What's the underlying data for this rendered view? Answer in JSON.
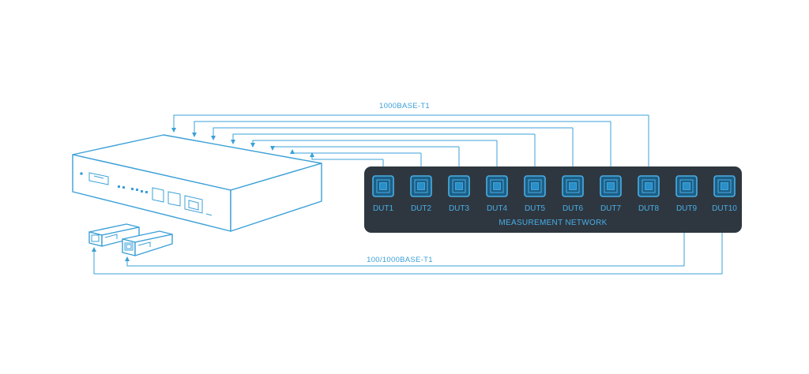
{
  "diagram": {
    "top_bus_label": "1000BASE-T1",
    "bottom_bus_label": "100/1000BASE-T1",
    "network_label": "MEASUREMENT NETWORK",
    "duts": [
      "DUT1",
      "DUT2",
      "DUT3",
      "DUT4",
      "DUT5",
      "DUT6",
      "DUT7",
      "DUT8",
      "DUT9",
      "DUT10"
    ],
    "colors": {
      "line": "#3ba0d8",
      "panel": "#2e3740",
      "chip_fill": "#1c5f86",
      "chip_core": "#2a8fc9",
      "label": "#4aaee6"
    }
  }
}
